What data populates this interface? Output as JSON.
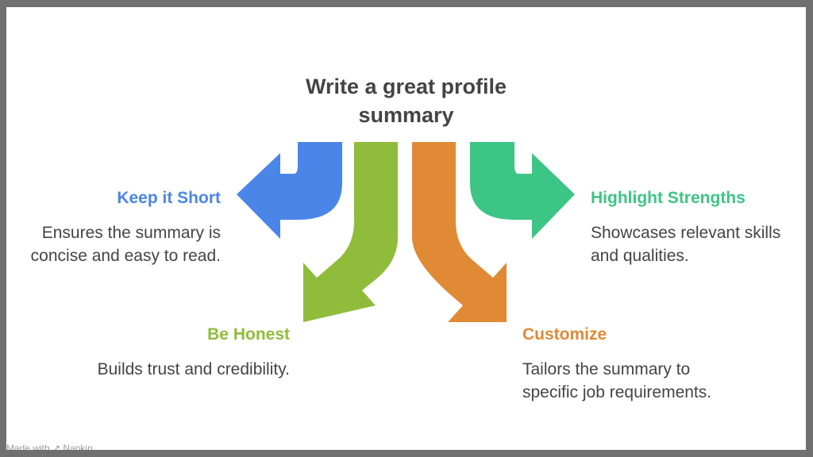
{
  "title_lines": [
    "Write a great profile",
    "summary"
  ],
  "colors": {
    "blue": "#4A86E8",
    "green": "#8FBC3A",
    "orange": "#E08A35",
    "teal": "#3CC584",
    "text": "#444444"
  },
  "items": [
    {
      "heading": "Keep it Short",
      "color": "#4A86E8",
      "desc_lines": [
        "Ensures the summary is",
        "concise and easy to read."
      ]
    },
    {
      "heading": "Be Honest",
      "color": "#8FBC3A",
      "desc_lines": [
        "Builds trust and credibility."
      ]
    },
    {
      "heading": "Customize",
      "color": "#E08A35",
      "desc_lines": [
        "Tailors the summary to",
        "specific job requirements."
      ]
    },
    {
      "heading": "Highlight Strengths",
      "color": "#3CC584",
      "desc_lines": [
        "Showcases relevant skills",
        "and qualities."
      ]
    }
  ],
  "footer": "Made with ↗ Napkin"
}
